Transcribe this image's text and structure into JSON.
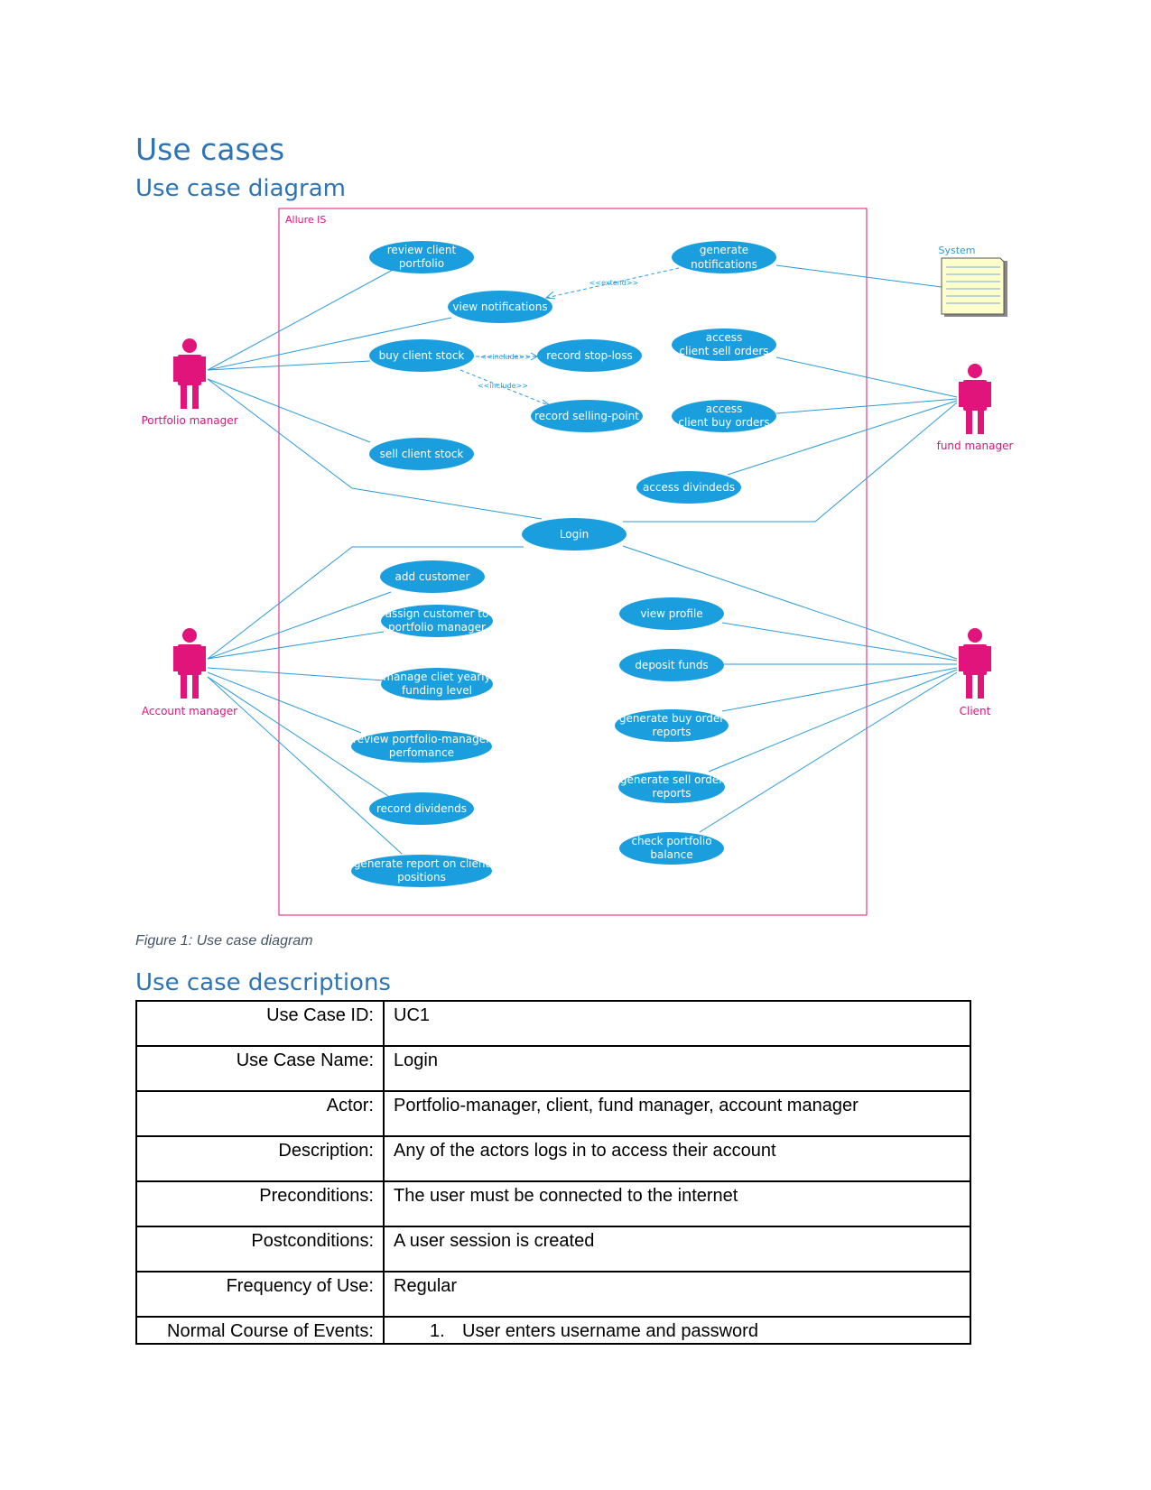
{
  "headings": {
    "section": "Use cases",
    "diagram": "Use case diagram",
    "descriptions": "Use case descriptions"
  },
  "figure_caption": "Figure 1: Use case diagram",
  "diagram": {
    "system_name": "Allure IS",
    "external_system_label": "System",
    "actors": {
      "portfolio_manager": "Portfolio manager",
      "fund_manager": "fund manager",
      "account_manager": "Account manager",
      "client": "Client"
    },
    "use_cases": {
      "review_portfolio": [
        "review client",
        "portfolio"
      ],
      "generate_notifications": [
        "generate",
        "notifications"
      ],
      "view_notifications": [
        "view notifications"
      ],
      "buy_stock": [
        "buy client stock"
      ],
      "record_stop_loss": [
        "record stop-loss"
      ],
      "access_sell_orders": [
        "access",
        "client sell orders"
      ],
      "record_selling_point": [
        "record selling-point"
      ],
      "access_buy_orders": [
        "access",
        "client buy orders"
      ],
      "sell_stock": [
        "sell client stock"
      ],
      "access_dividends": [
        "access divindeds"
      ],
      "login": [
        "Login"
      ],
      "add_customer": [
        "add customer"
      ],
      "assign_customer": [
        "assign customer to",
        "portfolio manager"
      ],
      "view_profile": [
        "view profile"
      ],
      "deposit_funds": [
        "deposit funds"
      ],
      "manage_funding": [
        "manage cliet yearly",
        "funding level"
      ],
      "generate_buy_reports": [
        "generate buy order",
        "reports"
      ],
      "review_performance": [
        "review portfolio-manager",
        "perfomance"
      ],
      "generate_sell_reports": [
        "generate sell order",
        "reports"
      ],
      "record_dividends": [
        "record dividends"
      ],
      "check_balance": [
        "check portfolio",
        "balance"
      ],
      "generate_report_positions": [
        "generate report on client",
        "positions"
      ]
    },
    "stereotypes": {
      "extend": "<<extend>>",
      "include1": "<<include>>",
      "include2": "<<include>>"
    },
    "colors": {
      "use_case_fill": "#1a9ede",
      "actor": "#e0147a",
      "line": "#2a9bd8",
      "boundary": "#e0147a"
    }
  },
  "use_case_table": {
    "rows": [
      {
        "label": "Use Case ID:",
        "value": "UC1"
      },
      {
        "label": "Use Case Name:",
        "value": "Login"
      },
      {
        "label": "Actor:",
        "value": "Portfolio-manager, client, fund manager, account manager"
      },
      {
        "label": "Description:",
        "value": "Any of the actors logs in to access their account"
      },
      {
        "label": "Preconditions:",
        "value": "The user must be connected to the internet"
      },
      {
        "label": "Postconditions:",
        "value": "A user session is created"
      },
      {
        "label": "Frequency of Use:",
        "value": "Regular"
      }
    ],
    "normal_course": {
      "label": "Normal Course of Events:",
      "steps": [
        {
          "number": "1.",
          "text": "User enters username and password"
        }
      ]
    }
  }
}
